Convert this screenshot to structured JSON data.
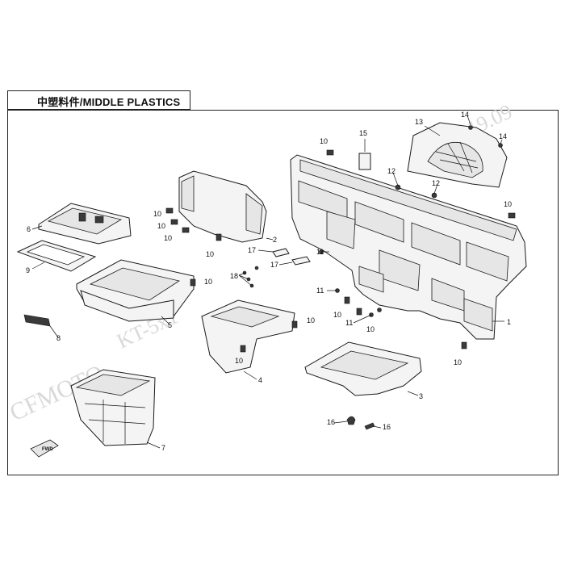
{
  "title": "中塑料件/MIDDLE PLASTICS",
  "watermarks": {
    "brand": "CFMOTO",
    "model": "KT-5x1",
    "date": "2019.09"
  },
  "callouts": [
    {
      "id": "c1",
      "label": "1"
    },
    {
      "id": "c2",
      "label": "2"
    },
    {
      "id": "c3",
      "label": "3"
    },
    {
      "id": "c4",
      "label": "4"
    },
    {
      "id": "c5",
      "label": "5"
    },
    {
      "id": "c6",
      "label": "6"
    },
    {
      "id": "c7",
      "label": "7"
    },
    {
      "id": "c8",
      "label": "8"
    },
    {
      "id": "c9",
      "label": "9"
    },
    {
      "id": "c10a",
      "label": "10"
    },
    {
      "id": "c10b",
      "label": "10"
    },
    {
      "id": "c10c",
      "label": "10"
    },
    {
      "id": "c10d",
      "label": "10"
    },
    {
      "id": "c10e",
      "label": "10"
    },
    {
      "id": "c10f",
      "label": "10"
    },
    {
      "id": "c10g",
      "label": "10"
    },
    {
      "id": "c10h",
      "label": "10"
    },
    {
      "id": "c10i",
      "label": "10"
    },
    {
      "id": "c10j",
      "label": "10"
    },
    {
      "id": "c10k",
      "label": "10"
    },
    {
      "id": "c10l",
      "label": "10"
    },
    {
      "id": "c11a",
      "label": "11"
    },
    {
      "id": "c11b",
      "label": "11"
    },
    {
      "id": "c11c",
      "label": "11"
    },
    {
      "id": "c12a",
      "label": "12"
    },
    {
      "id": "c12b",
      "label": "12"
    },
    {
      "id": "c13",
      "label": "13"
    },
    {
      "id": "c14a",
      "label": "14"
    },
    {
      "id": "c14b",
      "label": "14"
    },
    {
      "id": "c15",
      "label": "15"
    },
    {
      "id": "c16a",
      "label": "16"
    },
    {
      "id": "c16b",
      "label": "16"
    },
    {
      "id": "c17a",
      "label": "17"
    },
    {
      "id": "c17b",
      "label": "17"
    },
    {
      "id": "c18",
      "label": "18"
    }
  ],
  "direction_badge": "FWD"
}
